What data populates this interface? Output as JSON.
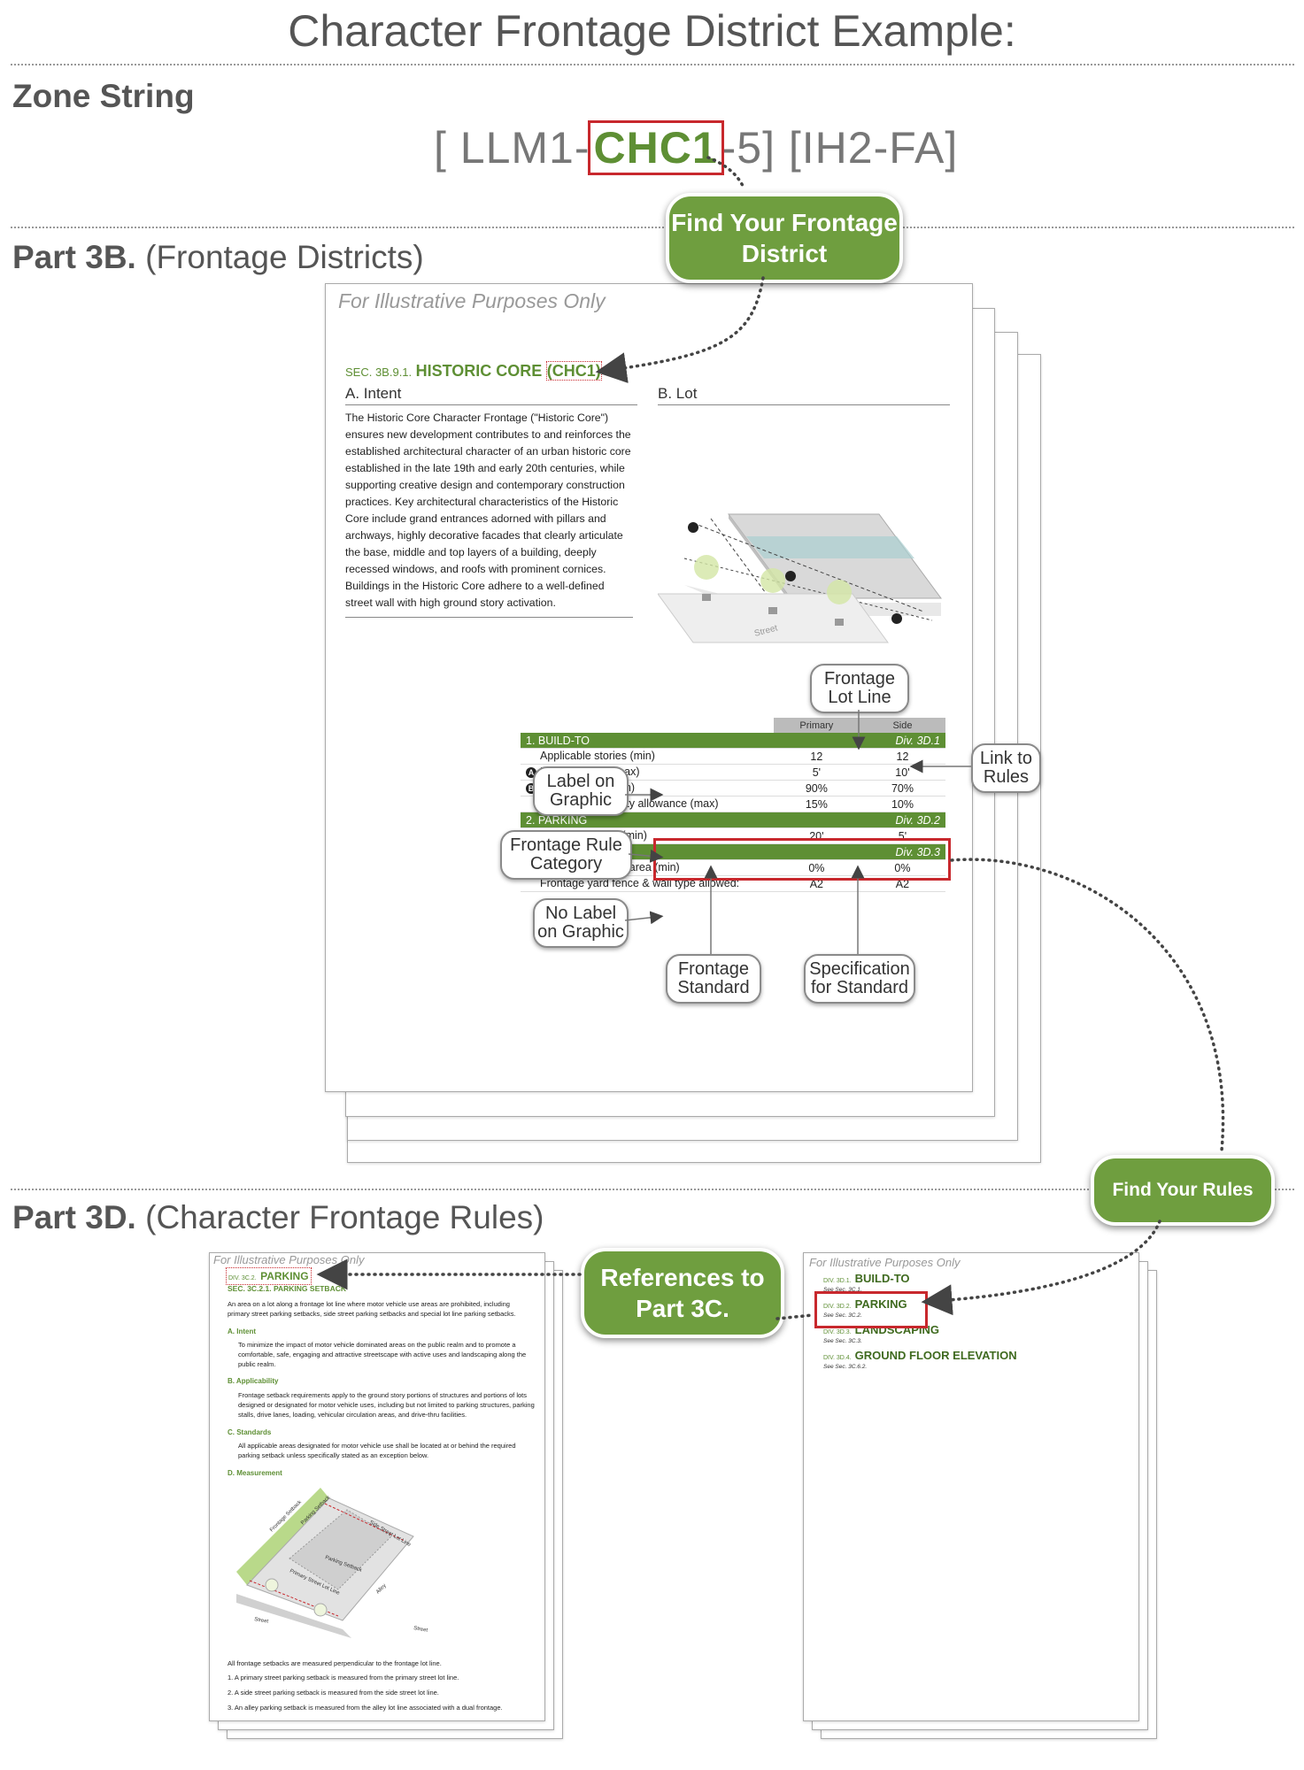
{
  "title": "Character Frontage District Example:",
  "zone_string_section": {
    "heading": "Zone String",
    "prefix": "[ LLM1-",
    "highlight": "CHC1",
    "suffix": "-5] [IH2-FA]"
  },
  "part_3b": {
    "heading_bold": "Part 3B.",
    "heading_rest": "(Frontage Districts)"
  },
  "part_3d": {
    "heading_bold": "Part 3D.",
    "heading_rest": "(Character Frontage Rules)"
  },
  "pills": {
    "find_district": "Find Your Frontage District",
    "find_rules": "Find Your Rules",
    "references": "References to Part 3C."
  },
  "callouts": {
    "frontage_lot_line": "Frontage Lot Line",
    "link_to_rules": "Link to Rules",
    "label_on_graphic": "Label on Graphic",
    "frontage_rule_category": "Frontage Rule Category",
    "no_label_on_graphic": "No Label on Graphic",
    "frontage_standard": "Frontage Standard",
    "specification_for_standard": "Specification for Standard"
  },
  "main_page": {
    "illustrative": "For Illustrative Purposes Only",
    "sec_num": "SEC. 3B.9.1.",
    "sec_title": "HISTORIC CORE",
    "sec_code": "(CHC1)",
    "intent_heading": "A.  Intent",
    "lot_heading": "B.  Lot",
    "intent_text": "The Historic Core Character Frontage (\"Historic Core\") ensures new development contributes to and reinforces the established architectural character of an urban historic core established in the late 19th and early 20th centuries, while supporting creative design and contemporary construction practices. Key architectural characteristics of the Historic Core include grand entrances adorned with pillars and archways, highly decorative facades that clearly articulate the base, middle and top layers of a building, deeply recessed windows, and roofs with prominent cornices. Buildings in the Historic Core adhere to a well-defined street wall with high ground story activation.",
    "street_label": "Street",
    "table": {
      "col_primary": "Primary",
      "col_side": "Side",
      "groups": [
        {
          "title": "1.  BUILD-TO",
          "ref": "Div. 3D.1",
          "rows": [
            {
              "marker": "",
              "label": "Applicable stories (min)",
              "primary": "12",
              "side": "12"
            },
            {
              "marker": "A",
              "label": "Build-to depth (max)",
              "primary": "5'",
              "side": "10'"
            },
            {
              "marker": "B",
              "label": "Build-to width (min)",
              "primary": "90%",
              "side": "70%"
            },
            {
              "marker": "",
              "label": "Pedestrian amenity allowance (max)",
              "primary": "15%",
              "side": "10%"
            }
          ]
        },
        {
          "title": "2.  PARKING",
          "ref": "Div. 3D.2",
          "rows": [
            {
              "marker": "C",
              "label": "Parking setback (min)",
              "primary": "20'",
              "side": "5'"
            }
          ]
        },
        {
          "title": "3.  LANDSCAPING",
          "ref": "Div. 3D.3",
          "rows": [
            {
              "marker": "",
              "label": "Frontage planting area (min)",
              "primary": "0%",
              "side": "0%"
            },
            {
              "marker": "",
              "label": "Frontage yard fence & wall type allowed:",
              "primary": "A2",
              "side": "A2"
            }
          ]
        }
      ]
    }
  },
  "left_page": {
    "illustrative": "For Illustrative Purposes Only",
    "div_num": "DIV. 3C.2.",
    "div_title": "PARKING",
    "sec_title": "SEC. 3C.2.1. PARKING SETBACK",
    "intro": "An area on a lot along a frontage lot line where motor vehicle use areas are prohibited, including primary street parking setbacks, side street parking setbacks and special lot line parking setbacks.",
    "a_head": "A.  Intent",
    "a_text": "To minimize the impact of motor vehicle dominated areas on the public realm and to promote a comfortable, safe, engaging and attractive streetscape with active uses and landscaping along the public realm.",
    "b_head": "B.  Applicability",
    "b_text": "Frontage setback requirements apply to the ground story portions of structures and portions of lots designed or designated for motor vehicle uses, including but not limited to parking structures, parking stalls, drive lanes, loading, vehicular circulation areas, and drive-thru facilities.",
    "c_head": "C.  Standards",
    "c_text": "All applicable areas designated for motor vehicle use shall be located at or behind the required parking setback unless specifically stated as an exception below.",
    "d_head": "D.  Measurement",
    "foot": "All frontage setbacks are measured perpendicular to the frontage lot line.",
    "items": [
      "1.   A primary street parking setback is measured from the primary street lot line.",
      "2.   A side street parking setback is measured from the side street lot line.",
      "3.   An alley parking setback is measured from the alley lot line associated with a dual frontage."
    ],
    "diagram_labels": [
      "Frontage Setback",
      "Parking Setback",
      "Parking Setback",
      "Side Street Lot Line",
      "Primary Street Lot Line",
      "Alley",
      "Street",
      "Street"
    ]
  },
  "right_page": {
    "illustrative": "For Illustrative Purposes Only",
    "entries": [
      {
        "num": "DIV. 3D.1.",
        "title": "BUILD-TO",
        "see": "See Sec. 3C.1."
      },
      {
        "num": "DIV. 3D.2.",
        "title": "PARKING",
        "see": "See Sec. 3C.2."
      },
      {
        "num": "DIV. 3D.3.",
        "title": "LANDSCAPING",
        "see": "See Sec. 3C.3."
      },
      {
        "num": "DIV. 3D.4.",
        "title": "GROUND FLOOR ELEVATION",
        "see": "See Sec. 3C.6.2."
      }
    ]
  },
  "colors": {
    "green": "#6f9e3f",
    "dark_green": "#3f6a1f",
    "red_highlight": "#c8282d",
    "gray_text": "#555555"
  }
}
